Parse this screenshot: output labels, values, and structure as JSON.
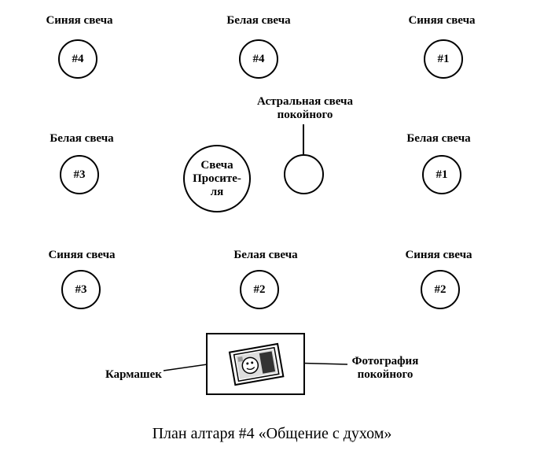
{
  "top_fragment": "",
  "candles": [
    {
      "label": "Синяя свеча",
      "number": "#4"
    },
    {
      "label": "Белая свеча",
      "number": "#4"
    },
    {
      "label": "Синяя свеча",
      "number": "#1"
    },
    {
      "label": "Белая свеча",
      "number": "#3"
    },
    {
      "label": "Белая свеча",
      "number": "#1"
    },
    {
      "label": "Синяя свеча",
      "number": "#3"
    },
    {
      "label": "Белая свеча",
      "number": "#2"
    },
    {
      "label": "Синяя свеча",
      "number": "#2"
    }
  ],
  "petitioner": {
    "line1": "Свеча",
    "line2": "Просите-",
    "line3": "ля"
  },
  "astral": {
    "line1": "Астральная свеча",
    "line2": "покойного"
  },
  "pocket_label": "Кармашек",
  "photo": {
    "line1": "Фотография",
    "line2": "покойного"
  },
  "caption": "План алтаря #4 «Общение с духом»"
}
